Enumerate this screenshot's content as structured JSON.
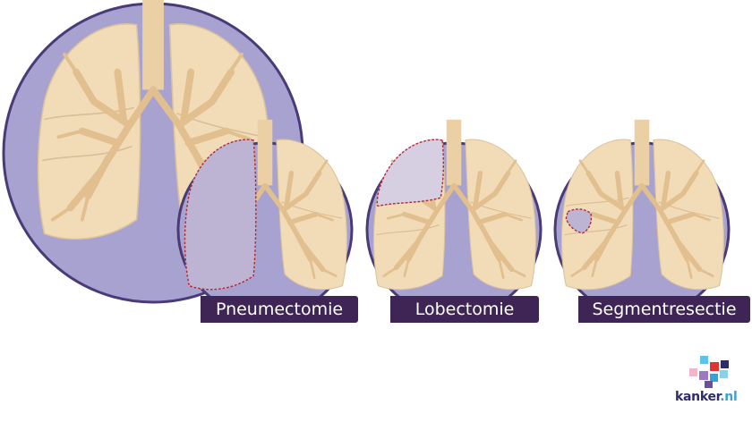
{
  "procedures": [
    {
      "label": "Pneumectomie"
    },
    {
      "label": "Lobectomie"
    },
    {
      "label": "Segmentresectie"
    }
  ],
  "logo": {
    "name": "kanker",
    "tld": ".nl"
  },
  "colors": {
    "background_circle": "#a7a2d0",
    "circle_border": "#4a3a78",
    "lung_fill": "#f2dcb8",
    "airway": "#e2bf8e",
    "resected_fill": "#bdb3d2",
    "resection_outline": "#b0263f",
    "label_background": "#3f2456"
  }
}
